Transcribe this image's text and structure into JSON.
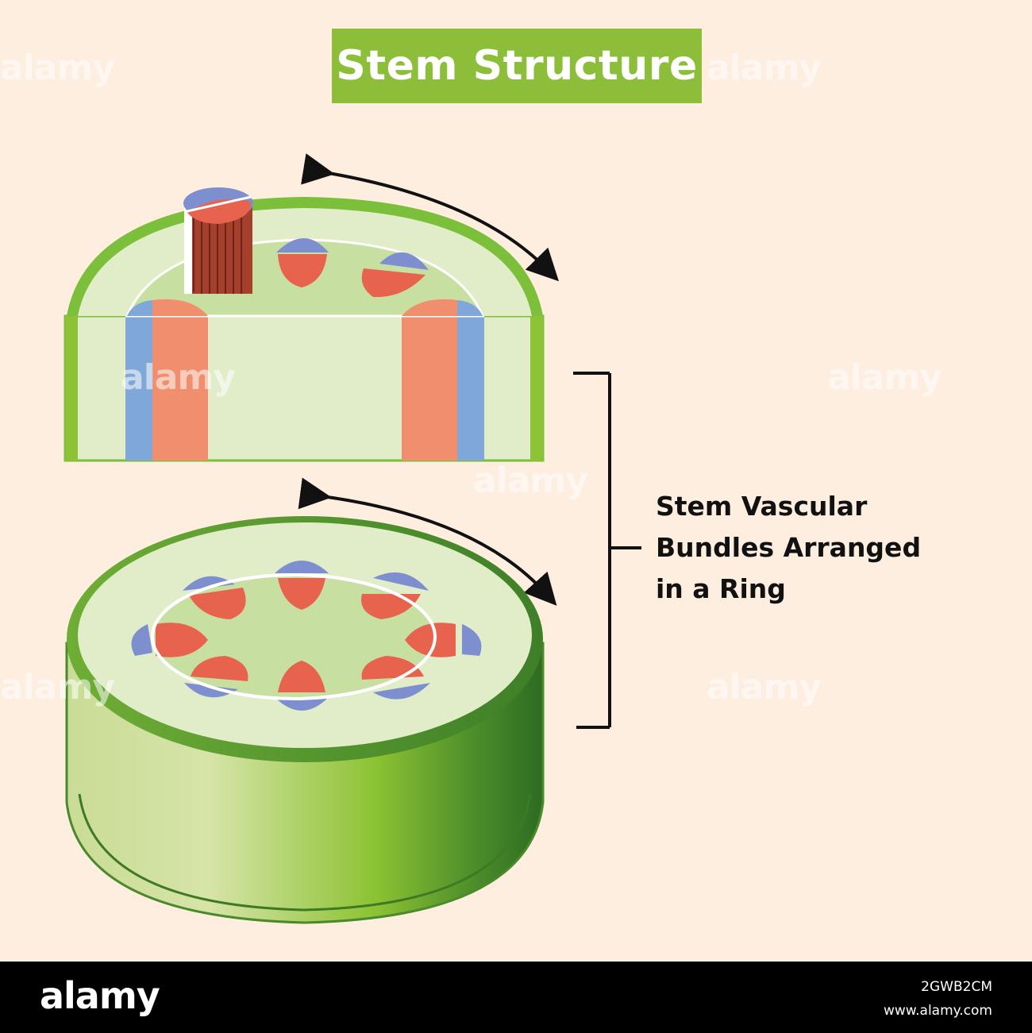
{
  "title": "Stem Structure",
  "label": {
    "line1": "Stem Vascular",
    "line2": "Bundles Arranged",
    "line3": "in a Ring"
  },
  "watermark": "alamy",
  "footer": {
    "logo": "alamy",
    "image_id": "2GWB2CM",
    "url": "www.alamy.com"
  },
  "colors": {
    "background": "#fdeee0",
    "title_bg": "#8cbe3a",
    "stem_outer": "#7cbf3a",
    "cortex": "#e1ecc8",
    "pith": "#c7e0a1",
    "xylem": "#e8634d",
    "phloem": "#7e8fd0"
  }
}
